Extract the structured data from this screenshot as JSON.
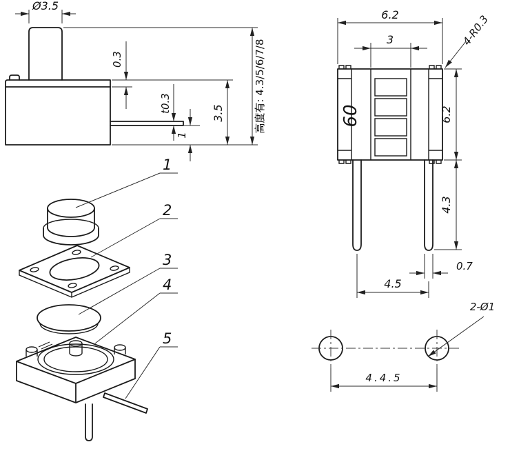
{
  "drawing": {
    "side_view": {
      "dim_diameter": "Ø3.5",
      "dim_plate_thickness": "0.3",
      "dim_terminal_thickness": "t0.3",
      "dim_terminal_offset": "1",
      "dim_body_height": "3.5",
      "height_note": "高度有: 4.3/5/6/7/8"
    },
    "front_view": {
      "dim_width": "6.2",
      "dim_stem_width": "3",
      "dim_corner_radius": "4-R0.3",
      "dim_height": "6.2",
      "dim_pin_length": "4.3",
      "dim_pin_width": "0.7",
      "dim_pin_pitch": "4.5",
      "body_marking": "60"
    },
    "exploded_view": {
      "callouts": [
        "1",
        "2",
        "3",
        "4",
        "5"
      ]
    },
    "bottom_view": {
      "dim_holes": "2-Ø1",
      "dim_hole_pitch": "4.4.5"
    }
  }
}
